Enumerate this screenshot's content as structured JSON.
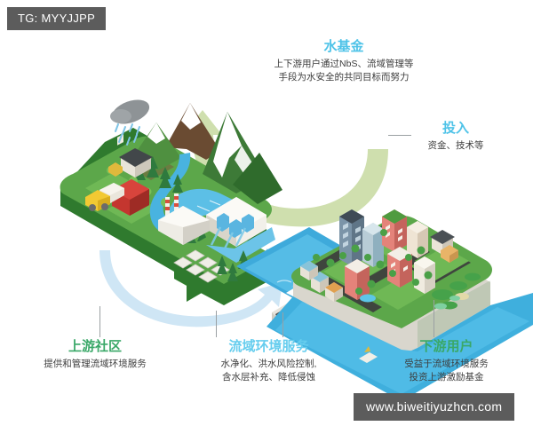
{
  "watermarks": {
    "tg_tag": "TG: MYYJJPP",
    "site_url": "www.biweitiyuzhcn.com"
  },
  "callouts": {
    "water_fund": {
      "title": "水基金",
      "desc_line1": "上下游用户通过NbS、流域管理等",
      "desc_line2": "手段为水安全的共同目标而努力"
    },
    "investment": {
      "title": "投入",
      "desc_line1": "资金、技术等"
    },
    "upstream": {
      "title": "上游社区",
      "desc_line1": "提供和管理流域环境服务"
    },
    "watershed_services": {
      "title": "流域环境服务",
      "desc_line1": "水净化、洪水风险控制,",
      "desc_line2": "含水层补充、降低侵蚀"
    },
    "downstream": {
      "title": "下游用户",
      "desc_line1": "受益于流域环境服务",
      "desc_line2": "投资上游激励基金"
    }
  },
  "scene": {
    "elements": [
      "rain-cloud",
      "farmhouse",
      "red-barn",
      "yellow-tractor",
      "snow-mountains",
      "conifer-forest",
      "river",
      "hydro-dam",
      "water-treatment-plant",
      "factory-chimneys",
      "bridge",
      "city-buildings",
      "reservoir",
      "wetland"
    ],
    "arrows": [
      {
        "name": "investment-flow-arrow",
        "color": "#cfdfae",
        "direction": "right-to-left"
      },
      {
        "name": "services-flow-arrow",
        "color": "#cfe6f5",
        "direction": "left-to-right"
      }
    ]
  },
  "colors": {
    "accent_cyan": "#4fc3e8",
    "accent_green": "#3aa868",
    "arrow_green": "#cfdfae",
    "arrow_blue": "#cfe6f5",
    "badge_gray": "#5c5c5c",
    "land_green": "#4f9b3f",
    "water_blue": "#49b3e0"
  }
}
